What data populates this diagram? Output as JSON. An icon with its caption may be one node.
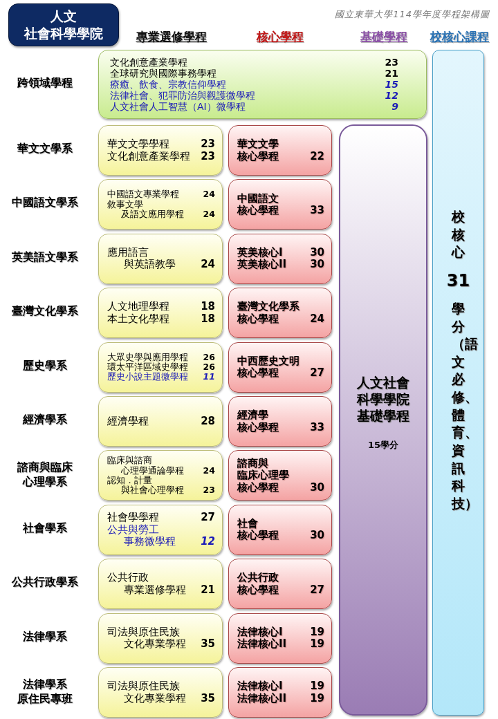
{
  "diagram": {
    "title": "國立東華大學114學年度學程架構圖",
    "nodes": [
      {
        "text": [
          "人文社會科學學院"
        ]
      },
      {
        "text": [
          "文化創意產業學程",
          "23",
          "全球研究與國際事務學程",
          "21",
          "療癒、飲食、宗教信仰學程",
          "15",
          "法律社會、犯罪防治與觀護微學程",
          "12",
          "人文社會人工智慧（AI）微學程",
          "9"
        ]
      },
      {
        "text": [
          "校核心",
          "31",
          "學分（語文必修、體育、資訊科技）"
        ]
      },
      {
        "text": [
          "人文社會科學學院基礎學程",
          "15學分"
        ]
      },
      {
        "text": [
          "華文文學學程",
          "23",
          "文化創意產業學程",
          "23"
        ]
      },
      {
        "text": [
          "華文文學核心學程",
          "22"
        ]
      },
      {
        "text": [
          "中國語文專業學程",
          "24",
          "敘事文學及語文應用學程",
          "24"
        ]
      },
      {
        "text": [
          "中國語文核心學程",
          "33"
        ]
      },
      {
        "text": [
          "應用語言與英語教學",
          "24"
        ]
      },
      {
        "text": [
          "英美核心I",
          "30",
          "英美核心II",
          "30"
        ]
      },
      {
        "text": [
          "人文地理學程",
          "18",
          "本土文化學程",
          "18"
        ]
      },
      {
        "text": [
          "臺灣文化學系核心學程",
          "24"
        ]
      },
      {
        "text": [
          "大眾史學與應用學程",
          "26",
          "環太平洋區域史學程",
          "26",
          "歷史小說主題微學程",
          "11"
        ]
      },
      {
        "text": [
          "中西歷史文明核心學程",
          "27"
        ]
      },
      {
        "text": [
          "經濟學程",
          "28"
        ]
      },
      {
        "text": [
          "經濟學核心學程",
          "33"
        ]
      },
      {
        "text": [
          "臨床與諮商心理學通論學程",
          "24",
          "認知．計量與社會心理學程",
          "23"
        ]
      },
      {
        "text": [
          "諮商與臨床心理學核心學程",
          "30"
        ]
      },
      {
        "text": [
          "社會學學程",
          "27",
          "公共與勞工事務微學程",
          "12"
        ]
      },
      {
        "text": [
          "社會核心學程",
          "30"
        ]
      },
      {
        "text": [
          "公共行政專業選修學程",
          "21"
        ]
      },
      {
        "text": [
          "公共行政核心學程",
          "27"
        ]
      },
      {
        "text": [
          "司法與原住民族文化專業學程",
          "35"
        ]
      },
      {
        "text": [
          "法律核心I",
          "19",
          "法律核心II",
          "19"
        ]
      },
      {
        "text": [
          "司法與原住民族文化專業學程",
          "35"
        ]
      },
      {
        "text": [
          "法律核心I",
          "19",
          "法律核心II",
          "19"
        ]
      }
    ],
    "labels": [
      "專業選修學程",
      "核心學程",
      "基礎學程",
      "校核心課程",
      "跨領域學程",
      "華文文學系",
      "中國語文學系",
      "英美語文學系",
      "臺灣文化學系",
      "歷史學系",
      "經濟學系",
      "諮商與臨床心理學系",
      "社會學系",
      "公共行政學系",
      "法律學系",
      "法律學系原住民專班"
    ]
  }
}
